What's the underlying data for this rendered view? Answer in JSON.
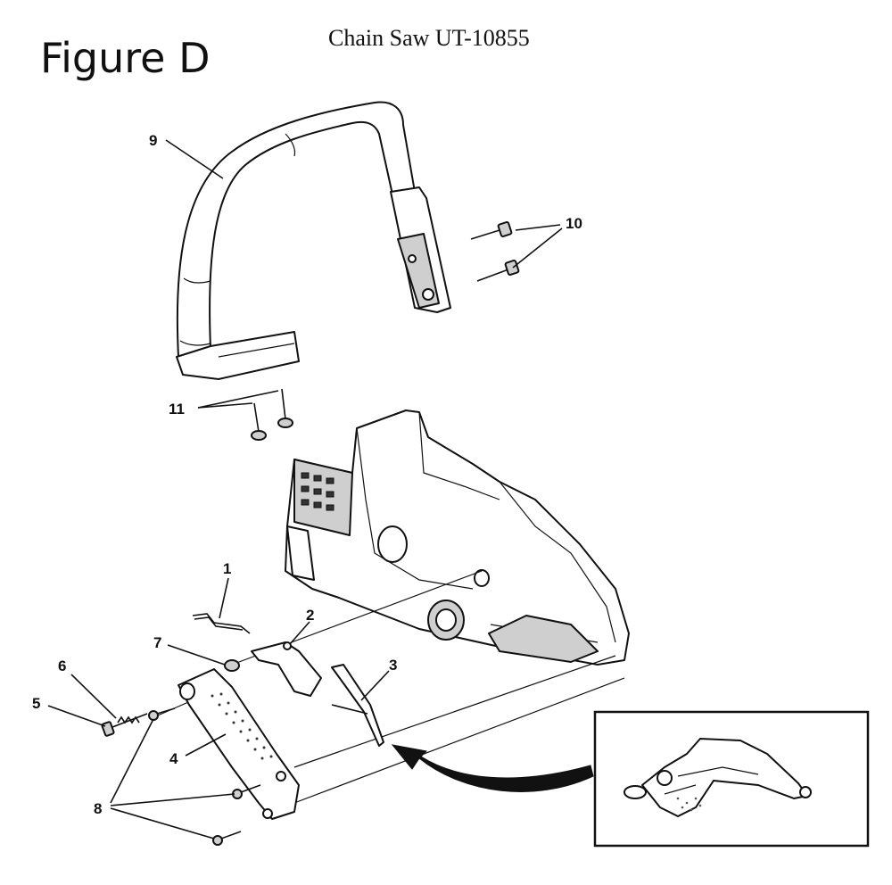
{
  "header": {
    "figure_label": "Figure D",
    "document_title": "Chain Saw UT-10855"
  },
  "callouts": {
    "c1": "1",
    "c2": "2",
    "c3": "3",
    "c4": "4",
    "c5": "5",
    "c6": "6",
    "c7": "7",
    "c8": "8",
    "c9": "9",
    "c10": "10",
    "c11": "11"
  }
}
